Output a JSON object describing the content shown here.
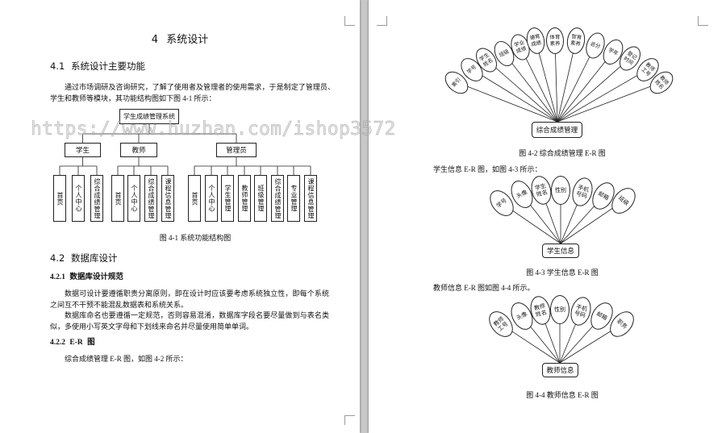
{
  "left_page": {
    "chapter_title": "4 系统设计",
    "section_4_1": {
      "heading": "4.1 系统设计主要功能",
      "paragraph": "通过市场调研及咨询研究，了解了使用者及管理者的使用需求，于是制定了管理员、学生和教师等模块，其功能结构图如下图 4-1 所示："
    },
    "structure_chart": {
      "root": "学生成绩管理系统",
      "modules": [
        {
          "name": "学生",
          "functions": [
            "首页",
            "个人中心",
            "综合成绩管理"
          ]
        },
        {
          "name": "教师",
          "functions": [
            "首页",
            "个人中心",
            "综合成绩管理",
            "课程信息管理"
          ]
        },
        {
          "name": "管理员",
          "functions": [
            "首页",
            "个人中心",
            "学生管理",
            "教师管理",
            "班级管理",
            "综合成绩管理",
            "专业管理",
            "课程信息管理"
          ]
        }
      ],
      "caption": "图 4-1 系统功能结构图"
    },
    "section_4_2": {
      "heading": "4.2 数据库设计"
    },
    "section_4_2_1": {
      "heading": "4.2.1 数据库设计规范",
      "paragraphs": [
        "数据可设计要遵循职责分离原则，即在设计时应该要考虑系统独立性，即每个系统之间互不干预不能混乱数据表和系统关系。",
        "数据库命名也要遵循一定规范，否则容易混淆，数据库字段名要尽量做到与表名类似，多使用小写英文字母和下划线来命名并尽量使用简单单词。"
      ]
    },
    "section_4_2_2": {
      "heading": "4.2.2 E-R 图",
      "paragraph": "综合成绩管理 E-R 图，如图 4-2 所示："
    }
  },
  "right_page": {
    "er_overall": {
      "entity": "综合成绩管理",
      "attributes": [
        "索引",
        "学号",
        "学生姓名",
        "班级",
        "学业成绩",
        "德育成绩",
        "体育素养",
        "智育素养",
        "总分",
        "学年",
        "登记时间",
        "教师工号",
        "教师姓名"
      ],
      "caption": "图 4-2 综合成绩管理 E-R 图"
    },
    "student_intro": "学生信息 E-R 图，如图 4-3 所示：",
    "er_student": {
      "entity": "学生信息",
      "attributes": [
        "学号",
        "头像",
        "学生姓名",
        "性别",
        "手机号码",
        "邮箱",
        "班级"
      ],
      "caption": "图 4-3 学生信息 E-R 图"
    },
    "teacher_intro": "教师信息 E-R 图如图 4-4 所示。",
    "er_teacher": {
      "entity": "教师信息",
      "attributes": [
        "教师工号",
        "头像",
        "教师姓名",
        "性别",
        "手机号码",
        "邮箱",
        "职务"
      ],
      "caption": "图 4-4 教师信息 E-R 图"
    }
  },
  "watermark": "https://www.huzhan.com/ishop3572"
}
